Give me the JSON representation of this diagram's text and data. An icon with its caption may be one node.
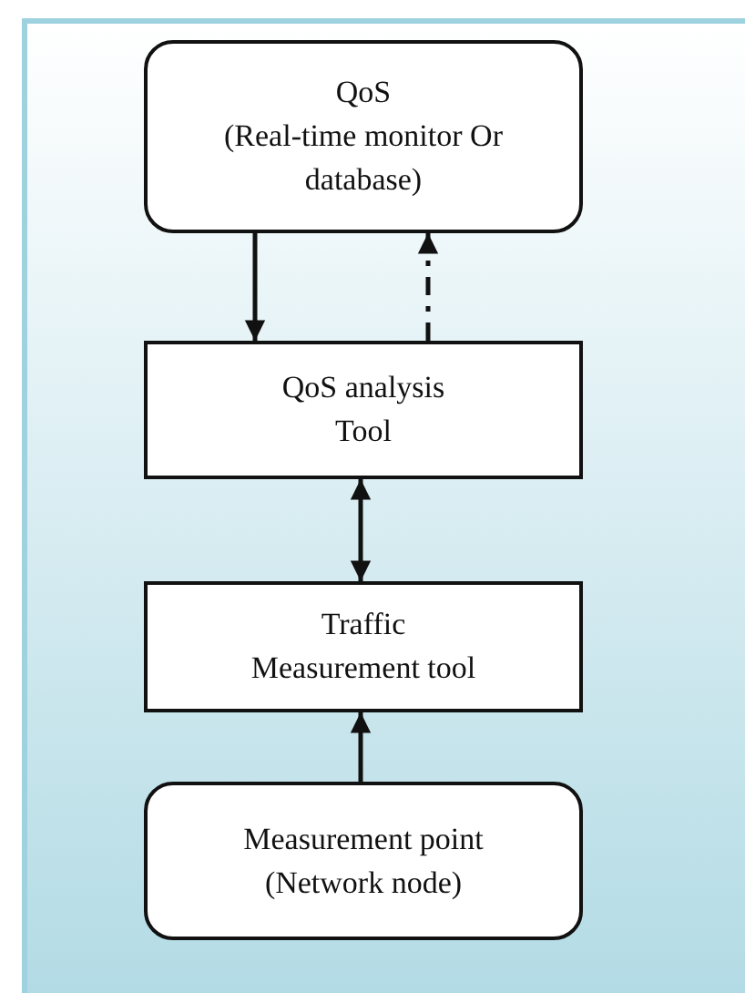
{
  "diagram": {
    "nodes": [
      {
        "text": [
          "QoS",
          "(Real-time monitor Or database)"
        ]
      },
      {
        "text": [
          "QoS analysis Tool"
        ]
      },
      {
        "text": [
          "Traffic Measurement tool"
        ]
      },
      {
        "text": [
          "Measurement point (Network node)"
        ]
      }
    ],
    "edges": [
      {
        "from": 0,
        "to": 1,
        "arrow": "to"
      },
      {
        "from": 1,
        "to": 0,
        "arrow": "to",
        "style": "dashed"
      },
      {
        "from": 1,
        "to": 2,
        "arrow": "both"
      },
      {
        "from": 3,
        "to": 2,
        "arrow": "to"
      }
    ]
  }
}
